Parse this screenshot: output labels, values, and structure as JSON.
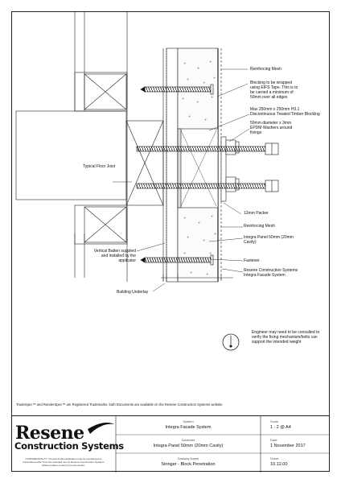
{
  "labels": {
    "reinforcing_mesh_top": "Reinforcing Mesh",
    "blocking": "Blocking to be wrapped\nusing EIFS Tape. This is to\nbe carried a minimum of\n50mm over all edges",
    "timber_blocking": "Max 250mm x 250mm H3.1\nDiscontinuous Treated Timber Blocking",
    "washers": "50mm diameter x 3mm\nEPDM Washers around\nfixings",
    "floor_joist": "Typical Floor Joist",
    "packer": "12mm Packer",
    "reinforcing_mesh_bottom": "Reinforcing Mesh",
    "integra_panel": "Integra Panel 50mm (20mm\nCavity)",
    "vertical_batten": "Vertical Batten supplied\nand installed by the\napplicator",
    "fastener": "Fastener",
    "resene_system": "Resene Construction Systems\nIntegra Facade System",
    "building_underlay": "Building Underlay",
    "engineer_note": "Engineer may need to be consulted to\nverify the fixing mechanism/bolts can\nsupport the intended weight"
  },
  "trademark_note": "TradeSpec™ and RenderSpec™ are Registered Trademarks, both Documents are available on the Resene Construction Systems website",
  "title_block": {
    "logo_name": "Resene",
    "logo_tagline": "Construction Systems",
    "confidentiality": "CONFIDENTIALITY: No part of this publication may be reproduced or transmitted either from the intended use by Resene Construction Systems without written consent from the author.",
    "system_caption": "System",
    "system_value": "Integra Facade System",
    "substrate_caption": "Substrate",
    "substrate_value": "Integra Panel 50mm (20mm Cavity)",
    "drawing_name_caption": "Drawing Name",
    "drawing_name_value": "Stringer - Block Penetration",
    "scale_caption": "Scale",
    "scale_value": "1 : 2 @ A4",
    "date_caption": "Date",
    "date_value": "1 November 2017",
    "sheet_caption": "Sheet",
    "sheet_value": "10.12.00"
  },
  "colors": {
    "line": "#222222",
    "fill_light": "#f7f7f7"
  }
}
